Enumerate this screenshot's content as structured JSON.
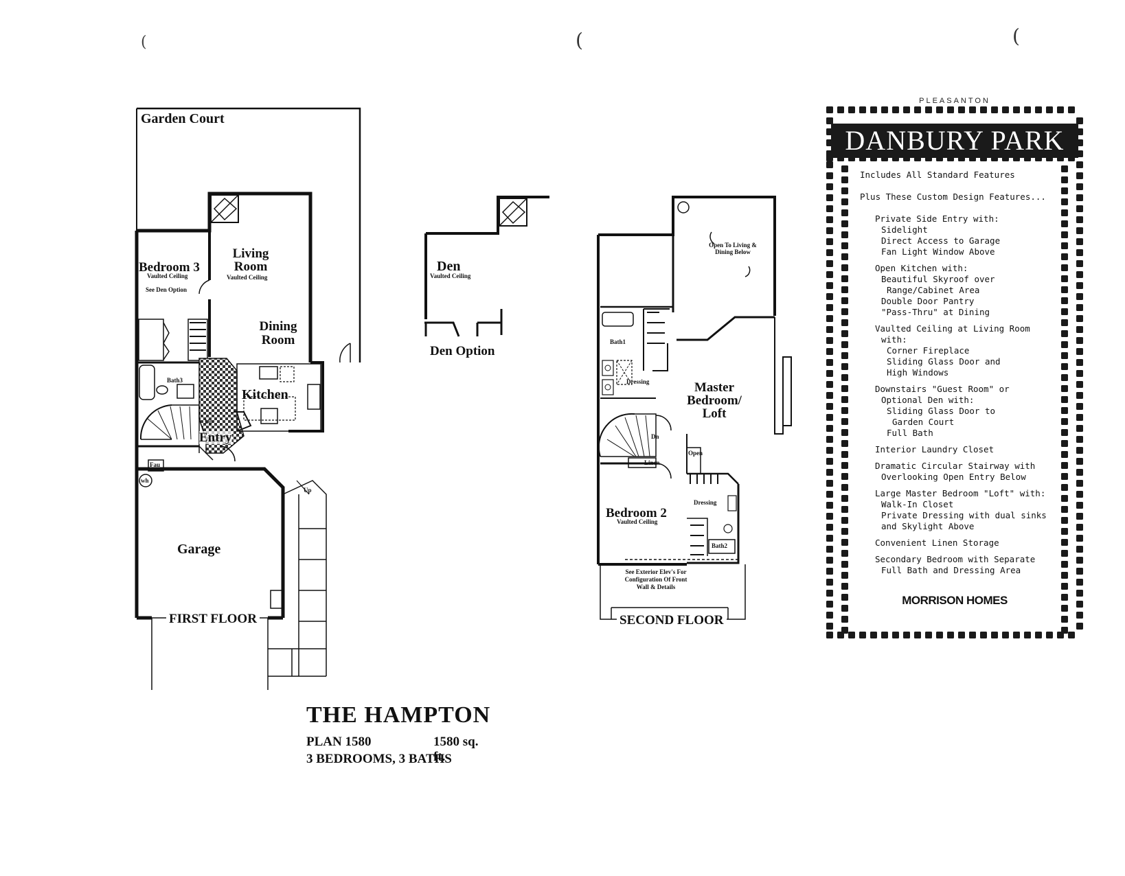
{
  "first_floor": {
    "garden_court": "Garden Court",
    "bedroom3": "Bedroom 3",
    "bedroom3_note": "Vaulted Ceiling",
    "see_den": "See Den Option",
    "living_room": "Living Room",
    "living_note": "Vaulted Ceiling",
    "dining_room": "Dining Room",
    "kitchen": "Kitchen",
    "bath3": "Bath3",
    "entry": "Entry",
    "up_stair": "Up",
    "fau": "Fau",
    "wh": "wh",
    "up_side": "Up",
    "garage": "Garage",
    "label": "FIRST FLOOR"
  },
  "den_option": {
    "den": "Den",
    "den_note": "Vaulted Ceiling",
    "label": "Den Option"
  },
  "second_floor": {
    "open_below": "Open To Living & Dining Below",
    "bath1": "Bath1",
    "dressing1": "Dressing",
    "master": "Master Bedroom/ Loft",
    "dn": "Dn",
    "linen": "Linen",
    "open": "Open",
    "dressing2": "Dressing",
    "bedroom2": "Bedroom 2",
    "bedroom2_note": "Vaulted Ceiling",
    "bath2": "Bath2",
    "exterior_note": "See Exterior Elev's For Configuration Of Front Wall & Details",
    "label": "SECOND FLOOR"
  },
  "brochure": {
    "city": "PLEASANTON",
    "community": "DANBURY PARK",
    "includes": "Includes All Standard Features",
    "plus": "Plus These Custom Design Features...",
    "f1": "Private Side Entry with:",
    "f1a": "Sidelight",
    "f1b": "Direct Access to Garage",
    "f1c": "Fan Light Window Above",
    "f2": "Open Kitchen with:",
    "f2a": "Beautiful Skyroof over",
    "f2b": "Range/Cabinet Area",
    "f2c": "Double Door Pantry",
    "f2d": "\"Pass-Thru\" at Dining",
    "f3": "Vaulted Ceiling at Living Room",
    "f3w": "with:",
    "f3a": "Corner Fireplace",
    "f3b": "Sliding Glass Door and",
    "f3c": "High Windows",
    "f4": "Downstairs \"Guest Room\" or",
    "f4b": "Optional Den with:",
    "f4c": "Sliding Glass Door to",
    "f4d": "Garden Court",
    "f4e": "Full Bath",
    "f5": "Interior Laundry Closet",
    "f6": "Dramatic Circular Stairway with",
    "f6b": "Overlooking Open Entry Below",
    "f7": "Large Master Bedroom \"Loft\" with:",
    "f7a": "Walk-In Closet",
    "f7b": "Private Dressing with dual sinks",
    "f7c": "and Skylight Above",
    "f8": "Convenient Linen Storage",
    "f9": "Secondary Bedroom with Separate",
    "f9b": "Full Bath and Dressing Area",
    "brand": "MORRISON HOMES"
  },
  "plan": {
    "title": "THE HAMPTON",
    "plan_no": "PLAN 1580",
    "sqft": "1580 sq. ft.",
    "beds_baths": "3 BEDROOMS, 3 BATHS"
  }
}
